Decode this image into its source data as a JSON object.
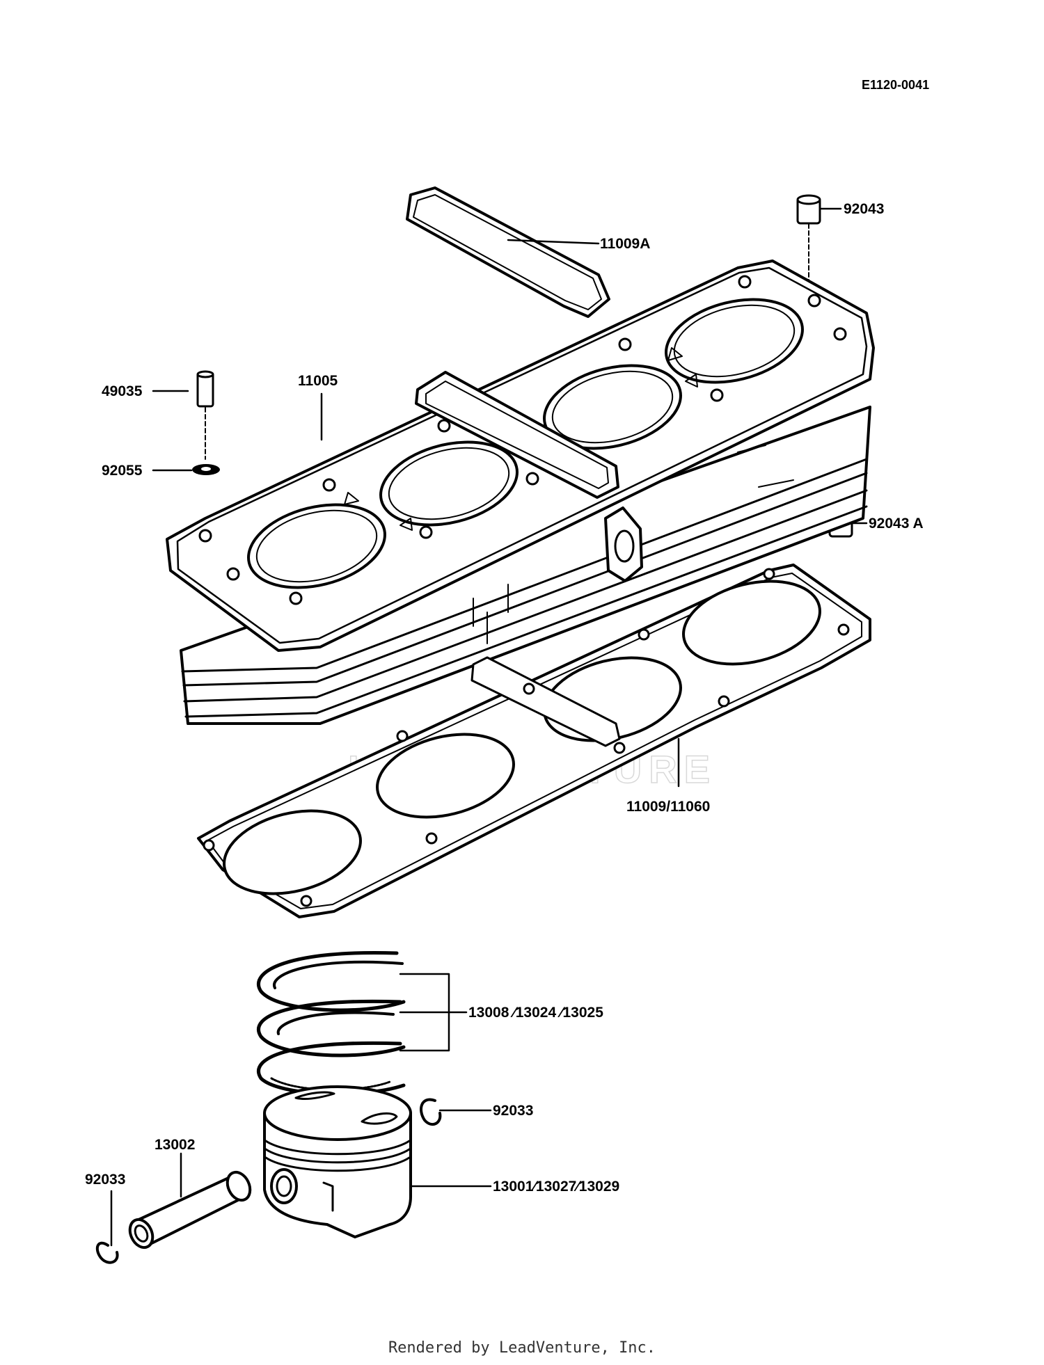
{
  "diagram": {
    "reference_code": "E1120-0041",
    "watermark": "LEADVENTURE",
    "footer": "Rendered by LeadVenture, Inc.",
    "callouts": [
      {
        "id": "11009A",
        "text": "11009A",
        "part": "cylinder-head-cover-gasket"
      },
      {
        "id": "92043",
        "text": "92043",
        "part": "dowel-pin"
      },
      {
        "id": "49035",
        "text": "49035",
        "part": "stud-plug"
      },
      {
        "id": "11005",
        "text": "11005",
        "part": "cylinder-block"
      },
      {
        "id": "92055",
        "text": "92055",
        "part": "o-ring"
      },
      {
        "id": "92043A",
        "text": "92043 A",
        "part": "dowel-pin-a"
      },
      {
        "id": "11009-11060",
        "text": "11009/11060",
        "part": "cylinder-base-gasket"
      },
      {
        "id": "13008-13024-13025",
        "text": "13008 ⁄13024 ⁄13025",
        "part": "piston-ring-set"
      },
      {
        "id": "92033-right",
        "text": "92033",
        "part": "piston-pin-clip-right"
      },
      {
        "id": "13002",
        "text": "13002",
        "part": "piston-pin"
      },
      {
        "id": "92033-left",
        "text": "92033",
        "part": "piston-pin-clip-left"
      },
      {
        "id": "13001-13027-13029",
        "text": "13001⁄13027⁄13029",
        "part": "piston"
      }
    ]
  }
}
